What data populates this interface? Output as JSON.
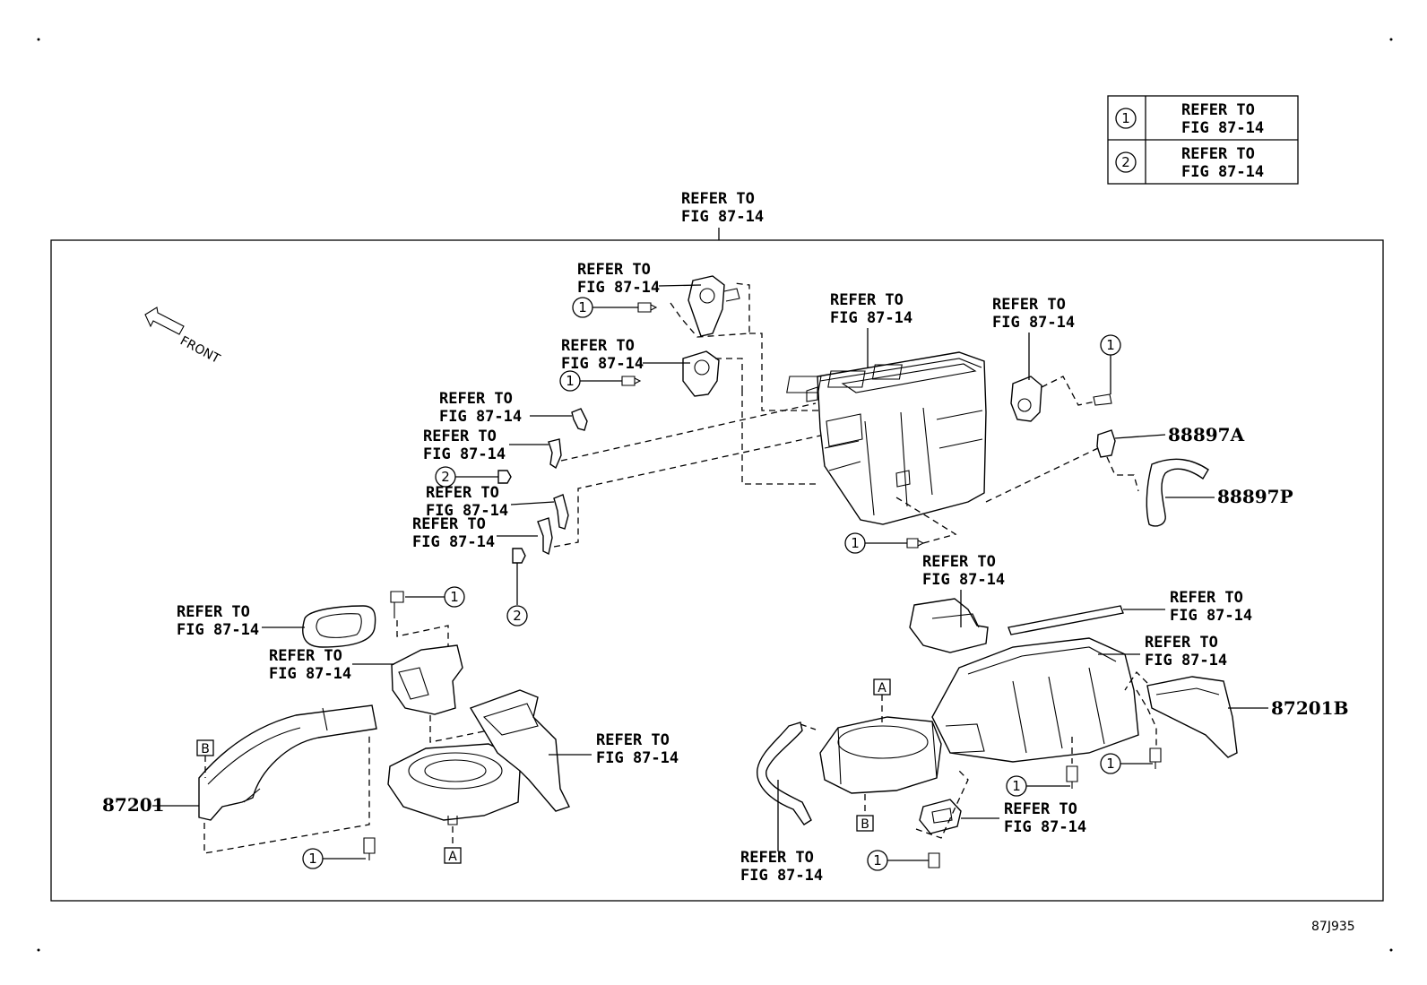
{
  "refer_text": {
    "line1": "REFER TO",
    "line2": "FIG 87-14"
  },
  "legend": [
    {
      "symbol": "1",
      "line1": "REFER TO",
      "line2": "FIG 87-14"
    },
    {
      "symbol": "2",
      "line1": "REFER TO",
      "line2": "FIG 87-14"
    }
  ],
  "direction_label": "FRONT",
  "part_numbers": {
    "p88897a": "88897A",
    "p88897p": "88897P",
    "p87201": "87201",
    "p87201b": "87201B"
  },
  "callouts": {
    "one": "1",
    "two": "2",
    "a": "A",
    "b": "B"
  },
  "figure_id": "87J935"
}
